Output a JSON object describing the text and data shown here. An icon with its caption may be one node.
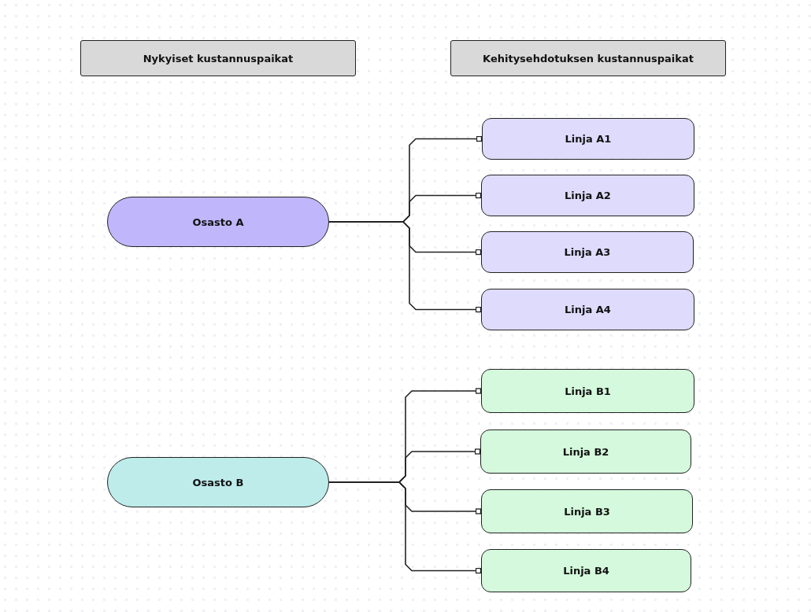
{
  "diagram": {
    "nodes": [
      {
        "text": [
          "Nykyiset kustannuspaikat"
        ]
      },
      {
        "text": [
          "Kehitysehdotuksen kustannuspaikat"
        ]
      },
      {
        "text": [
          "Osasto A"
        ]
      },
      {
        "text": [
          "Linja A1"
        ]
      },
      {
        "text": [
          "Linja A2"
        ]
      },
      {
        "text": [
          "Linja A3"
        ]
      },
      {
        "text": [
          "Linja A4"
        ]
      },
      {
        "text": [
          "Osasto B"
        ]
      },
      {
        "text": [
          "Linja B1"
        ]
      },
      {
        "text": [
          "Linja B2"
        ]
      },
      {
        "text": [
          "Linja B3"
        ]
      },
      {
        "text": [
          "Linja B4"
        ]
      }
    ],
    "edges": [
      {
        "from": 2,
        "to": 3,
        "arrow": "other"
      },
      {
        "from": 2,
        "to": 4,
        "arrow": "other"
      },
      {
        "from": 2,
        "to": 5,
        "arrow": "other"
      },
      {
        "from": 2,
        "to": 6,
        "arrow": "other"
      },
      {
        "from": 7,
        "to": 8,
        "arrow": "other"
      },
      {
        "from": 7,
        "to": 9,
        "arrow": "other"
      },
      {
        "from": 7,
        "to": 10,
        "arrow": "other"
      },
      {
        "from": 7,
        "to": 11,
        "arrow": "other"
      }
    ]
  }
}
